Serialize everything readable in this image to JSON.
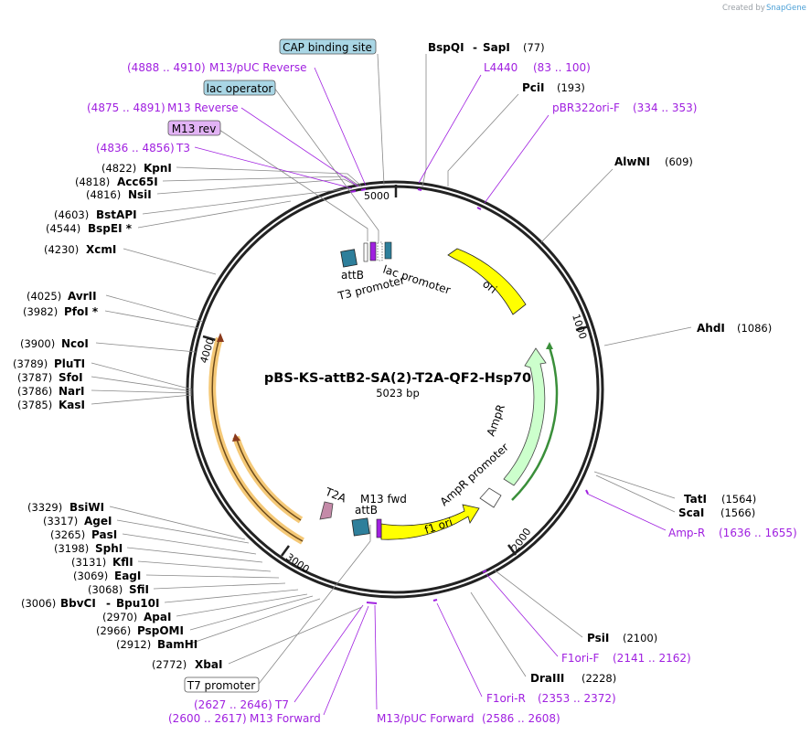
{
  "watermark": {
    "created_by": "Created by",
    "brand": "SnapGene"
  },
  "plasmid": {
    "name": "pBS-KS-attB2-SA(2)-T2A-QF2-Hsp70",
    "length": "5023 bp"
  },
  "ticks": [
    "1000",
    "2000",
    "3000",
    "4000",
    "5000"
  ],
  "features": {
    "lac_promoter": "lac promoter",
    "t3_promoter": "T3 promoter",
    "attB_top": "attB",
    "ori": "ori",
    "ampr": "AmpR",
    "ampr_promoter": "AmpR promoter",
    "f1_ori": "f1 ori",
    "t2a": "T2A",
    "m13_fwd": "M13 fwd",
    "attB_bottom": "attB"
  },
  "boxed_labels": {
    "cap": "CAP binding site",
    "lac_operator": "lac operator",
    "m13_rev": "M13 rev",
    "t7_promoter": "T7 promoter"
  },
  "enzymes": [
    {
      "name": "BspQI",
      "sep": "-",
      "name2": "SapI",
      "pos": "(77)"
    },
    {
      "name": "PciI",
      "pos": "(193)"
    },
    {
      "name": "AlwNI",
      "pos": "(609)"
    },
    {
      "name": "AhdI",
      "pos": "(1086)"
    },
    {
      "name": "TatI",
      "pos": "(1564)"
    },
    {
      "name": "ScaI",
      "pos": "(1566)"
    },
    {
      "name": "PsiI",
      "pos": "(2100)"
    },
    {
      "name": "DraIII",
      "pos": "(2228)"
    },
    {
      "name": "XbaI",
      "pos": "(2772)"
    },
    {
      "name": "BamHI",
      "pos": "(2912)"
    },
    {
      "name": "PspOMI",
      "pos": "(2966)"
    },
    {
      "name": "ApaI",
      "pos": "(2970)"
    },
    {
      "name": "BbvCI",
      "sep": "-",
      "name2": "Bpu10I",
      "pos": "(3006)"
    },
    {
      "name": "SfiI",
      "pos": "(3068)"
    },
    {
      "name": "EagI",
      "pos": "(3069)"
    },
    {
      "name": "KflI",
      "pos": "(3131)"
    },
    {
      "name": "SphI",
      "pos": "(3198)"
    },
    {
      "name": "PasI",
      "pos": "(3265)"
    },
    {
      "name": "AgeI",
      "pos": "(3317)"
    },
    {
      "name": "BsiWI",
      "pos": "(3329)"
    },
    {
      "name": "KasI",
      "pos": "(3785)"
    },
    {
      "name": "NarI",
      "pos": "(3786)"
    },
    {
      "name": "SfoI",
      "pos": "(3787)"
    },
    {
      "name": "PluTI",
      "pos": "(3789)"
    },
    {
      "name": "NcoI",
      "pos": "(3900)"
    },
    {
      "name": "PfoI *",
      "pos": "(3982)"
    },
    {
      "name": "AvrII",
      "pos": "(4025)"
    },
    {
      "name": "XcmI",
      "pos": "(4230)"
    },
    {
      "name": "BspEI *",
      "pos": "(4544)"
    },
    {
      "name": "BstAPI",
      "pos": "(4603)"
    },
    {
      "name": "NsiI",
      "pos": "(4816)"
    },
    {
      "name": "Acc65I",
      "pos": "(4818)"
    },
    {
      "name": "KpnI",
      "pos": "(4822)"
    }
  ],
  "primers": [
    {
      "name": "L4440",
      "range": "(83 .. 100)"
    },
    {
      "name": "pBR322ori-F",
      "range": "(334 .. 353)"
    },
    {
      "name": "Amp-R",
      "range": "(1636 .. 1655)"
    },
    {
      "name": "F1ori-F",
      "range": "(2141 .. 2162)"
    },
    {
      "name": "F1ori-R",
      "range": "(2353 .. 2372)"
    },
    {
      "name": "M13/pUC Forward",
      "range": "(2586 .. 2608)"
    },
    {
      "name": "M13 Forward",
      "range": "(2600 .. 2617)"
    },
    {
      "name": "T7",
      "range": "(2627 .. 2646)"
    },
    {
      "name": "T3",
      "range": "(4836 .. 4856)"
    },
    {
      "name": "M13 Reverse",
      "range": "(4875 .. 4891)"
    },
    {
      "name": "M13/pUC Reverse",
      "range": "(4888 .. 4910)"
    }
  ],
  "colors": {
    "ori": "#ffff00",
    "ampr": "#ccffcc",
    "f1_ori": "#ffff00",
    "attB": "#2e7f9b",
    "t2a": "#c48aa8",
    "orf_glow": "#f5c977",
    "primer": "#a020e0",
    "boxed_feature": "#a9d6e5",
    "m13_rev_box": "#e2b3f5"
  }
}
